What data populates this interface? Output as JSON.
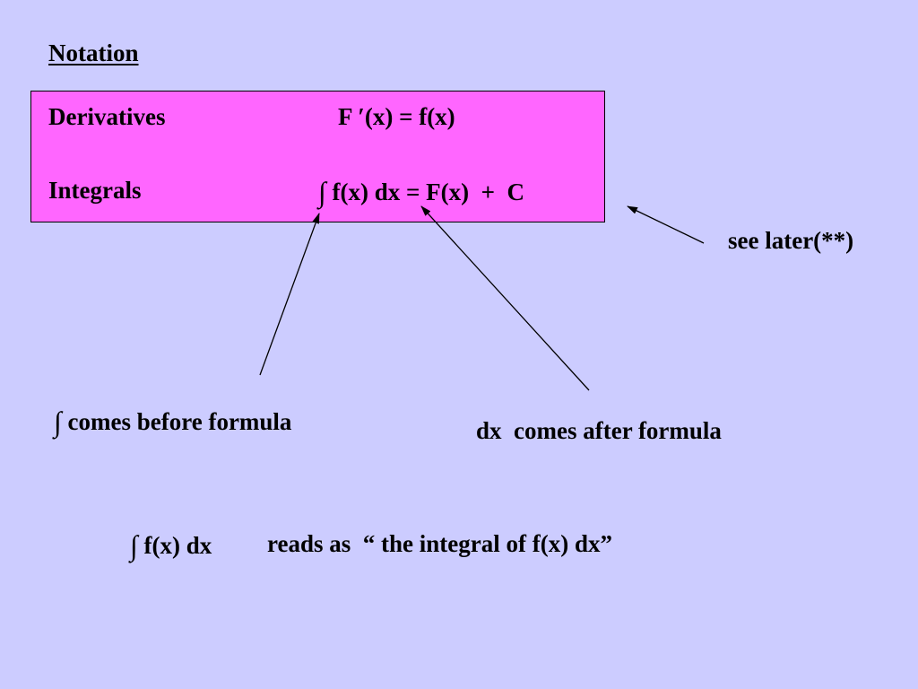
{
  "slide": {
    "title": "Notation",
    "box": {
      "derivatives_label": "Derivatives",
      "derivatives_formula": "F ′(x) = f(x)",
      "integrals_label": "Integrals",
      "integral_symbol": "∫",
      "integrals_formula": " f(x) dx = F(x)  +  C"
    },
    "see_later": "see later(**)",
    "annotation_before": {
      "symbol": "∫",
      "text": " comes before formula"
    },
    "annotation_after": "dx  comes after formula",
    "reads_as": {
      "symbol": "∫",
      "expression": " f(x) dx",
      "text": "reads as  “ the integral of f(x) dx”"
    },
    "colors": {
      "background": "#ccccff",
      "box_fill": "#ff66ff",
      "text": "#000000"
    }
  }
}
